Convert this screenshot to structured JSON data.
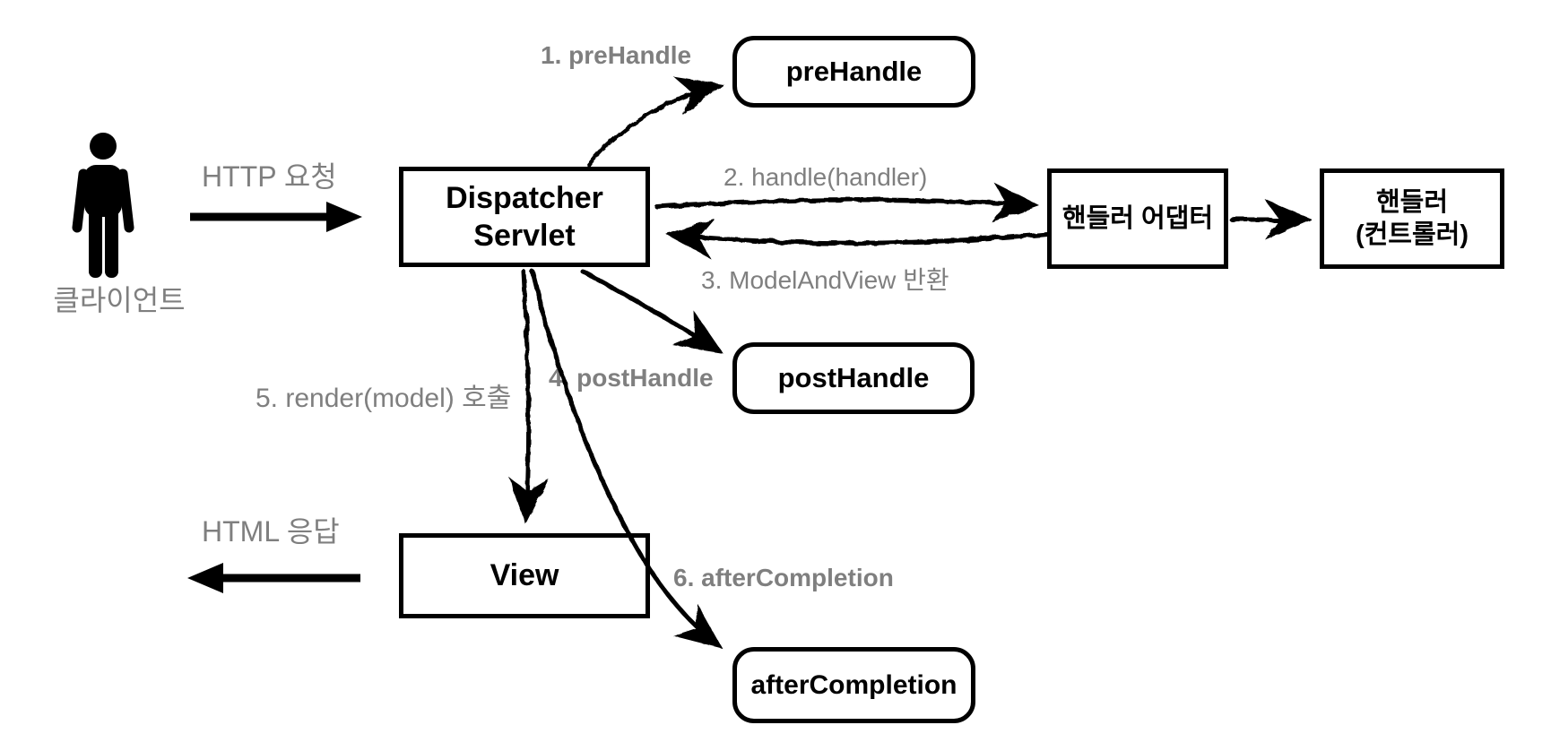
{
  "colors": {
    "background": "#ffffff",
    "line_black": "#000000",
    "label_gray": "#7f7f7f"
  },
  "actor": {
    "label": "클라이언트",
    "icon": "person-icon"
  },
  "nodes": {
    "dispatcher": {
      "line1": "Dispatcher",
      "line2": "Servlet"
    },
    "prehandle": {
      "label": "preHandle"
    },
    "handler_adapter": {
      "label": "핸들러 어댑터"
    },
    "handler": {
      "line1": "핸들러",
      "line2": "(컨트롤러)"
    },
    "posthandle": {
      "label": "postHandle"
    },
    "view": {
      "label": "View"
    },
    "aftercompletion": {
      "label": "afterCompletion"
    }
  },
  "labels": {
    "http_request": "HTTP 요청",
    "step1": "1. preHandle",
    "step2": "2. handle(handler)",
    "step3": "3. ModelAndView 반환",
    "step4": "4. postHandle",
    "step5": "5. render(model) 호출",
    "step6": "6. afterCompletion",
    "html_response": "HTML 응답"
  }
}
